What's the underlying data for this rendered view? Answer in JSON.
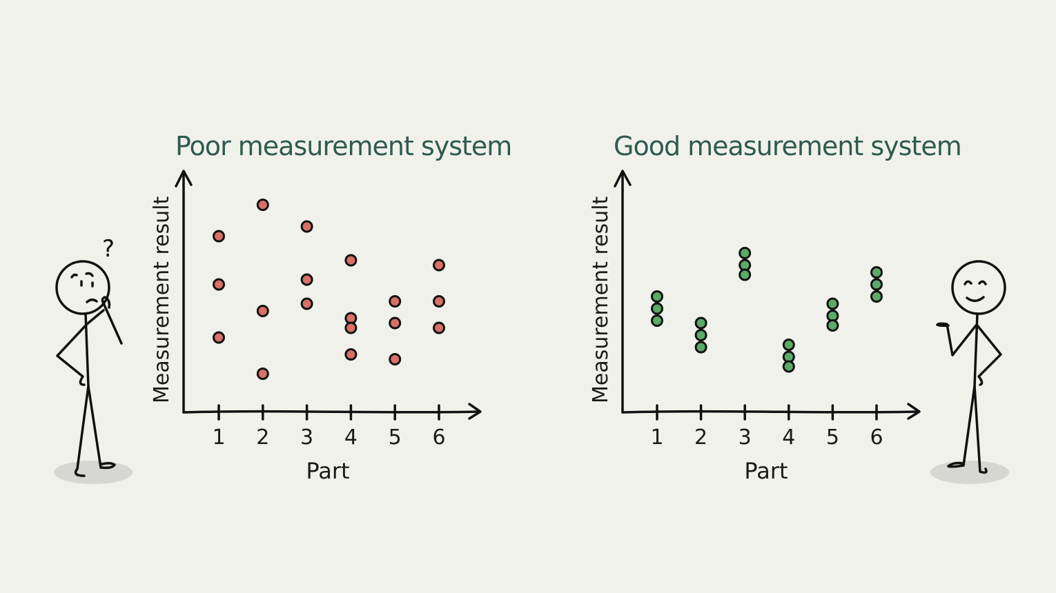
{
  "chart_data": [
    {
      "type": "scatter",
      "title": "Poor measurement system",
      "xlabel": "Part",
      "ylabel": "Measurement result",
      "categories": [
        "1",
        "2",
        "3",
        "4",
        "5",
        "6"
      ],
      "ylim": [
        0,
        10
      ],
      "y_units": "relative (no numeric ticks shown)",
      "grid": false,
      "marker_color": "#d97066",
      "points": [
        {
          "part": 1,
          "values": [
            7.3,
            5.3,
            3.1
          ]
        },
        {
          "part": 2,
          "values": [
            8.6,
            4.2,
            1.6
          ]
        },
        {
          "part": 3,
          "values": [
            7.7,
            5.5,
            4.5
          ]
        },
        {
          "part": 4,
          "values": [
            6.3,
            3.9,
            3.5,
            2.4
          ]
        },
        {
          "part": 5,
          "values": [
            4.6,
            3.7,
            2.2
          ]
        },
        {
          "part": 6,
          "values": [
            6.1,
            4.6,
            3.5
          ]
        }
      ]
    },
    {
      "type": "scatter",
      "title": "Good measurement system",
      "xlabel": "Part",
      "ylabel": "Measurement result",
      "categories": [
        "1",
        "2",
        "3",
        "4",
        "5",
        "6"
      ],
      "ylim": [
        0,
        10
      ],
      "y_units": "relative (no numeric ticks shown)",
      "grid": false,
      "marker_color": "#5aab67",
      "points": [
        {
          "part": 1,
          "values": [
            4.8,
            4.3,
            3.8
          ]
        },
        {
          "part": 2,
          "values": [
            3.7,
            3.2,
            2.7
          ]
        },
        {
          "part": 3,
          "values": [
            6.6,
            6.1,
            5.7
          ]
        },
        {
          "part": 4,
          "values": [
            2.8,
            2.3,
            1.9
          ]
        },
        {
          "part": 5,
          "values": [
            4.5,
            4.0,
            3.6
          ]
        },
        {
          "part": 6,
          "values": [
            5.8,
            5.3,
            4.8
          ]
        }
      ]
    }
  ],
  "figures": {
    "left": {
      "name": "confused stick figure",
      "bubble": "?"
    },
    "right": {
      "name": "happy stick figure"
    }
  },
  "colors": {
    "background": "#f1f1ec",
    "title": "#2f5a50",
    "ink": "#111111",
    "poor_marker": "#d97066",
    "good_marker": "#5aab67"
  }
}
